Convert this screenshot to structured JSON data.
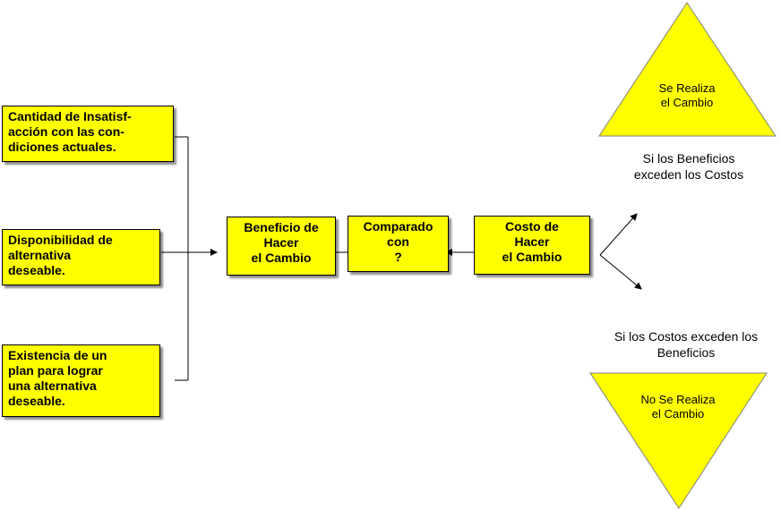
{
  "causes": [
    {
      "text": "Cantidad de Insatisf-\nacción con las con-\ndiciones actuales."
    },
    {
      "text": "Disponibilidad de\nalternativa\ndeseable."
    },
    {
      "text": "Existencia de un\nplan para lograr\nuna alternativa\ndeseable."
    }
  ],
  "benefit": "Beneficio de\nHacer\nel Cambio",
  "compared": "Comparado\ncon\n?",
  "cost": "Costo de\nHacer\nel Cambio",
  "outcome_yes": {
    "triangle_text": "Se Realiza\nel Cambio",
    "condition": "Si los Beneficios\nexceden los Costos"
  },
  "outcome_no": {
    "triangle_text": "No Se Realiza\nel Cambio",
    "condition": "Si los Costos exceden los\nBeneficios"
  },
  "colors": {
    "box_fill": "#ffff00",
    "triangle_fill": "#ffff00",
    "line": "#000000"
  }
}
